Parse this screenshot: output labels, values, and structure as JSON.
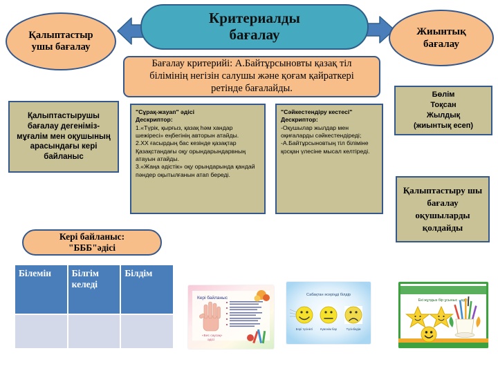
{
  "slide": {
    "title": "Критериалды бағалау",
    "title_line1": "Критериалды",
    "title_line2": "бағалау"
  },
  "left_ellipse": {
    "label": "Қалыптастыр ушы бағалау",
    "line1": "Қалыптастыр",
    "line2": "ушы бағалау"
  },
  "right_ellipse": {
    "label": "Жиынтық бағалау",
    "line1": "Жиынтық",
    "line2": "бағалау"
  },
  "criterion": {
    "text": "Бағалау критерийі: А.Байтұрсыновты қазақ тіл білімінің негізін салушы және қоғам қайраткері  ретінде бағалайды."
  },
  "formative_definition": {
    "text": "Қалыптастырушы бағалау дегеніміз- мұғалім мен оқушының арасындағы кері байланыс"
  },
  "method_question_answer": {
    "title": "\"Сұрақ-жауап\" әдісі",
    "descriptor_label": "Дескриптор:",
    "body": "1.«Түрік, қырғыз, қазақ һәм хандар шежіресі» еңбегінің авторын атайды.\n2.ХХ ғасырдың бас кезінде қазақтар Қазақстандағы  оқу орындарындарвның атауын атайды.\n3.«Жаңа әдістік» оқу орындарында қандай пәндер оқытылғанын атап береді."
  },
  "method_matching_table": {
    "title": "\"Сәйкестендіру кестесі\"",
    "descriptor_label": "Дескриптор:",
    "body": "-Оқушылар  жылдар  мен  оқиғаларды сәйкестендіреді;\n-А.Байтұрсыновтың     тіл біліміне   қосқан   үлесіне мысал келтіреді."
  },
  "summative_period": {
    "line1": "Бөлім",
    "line2": "Тоқсан",
    "line3": "Жылдық",
    "line4": "(жиынтық есеп)"
  },
  "formative_support": {
    "text": "Қалыптастыру шы бағалау оқушыларды қолдайды"
  },
  "feedback": {
    "line1": "Кері байланыс:",
    "line2": "\"БББ\"әдісі"
  },
  "bbb_table": {
    "headers": [
      "Білемін",
      "Білгім келеді",
      "Білдім"
    ],
    "rows": [
      [
        "",
        "",
        ""
      ]
    ]
  },
  "photos": [
    {
      "name": "kerі-bailanys-card",
      "caption": "Кері байланыс"
    },
    {
      "name": "smiley-feedback-card",
      "caption": "Сабақтан әсеріңді білдір"
    },
    {
      "name": "stars-stationery-card",
      "caption": "Екі жұлдыз бір ұсыныс"
    }
  ],
  "colors": {
    "title_fill": "#45AABF",
    "ellipse_fill": "#F7BE8A",
    "khaki_fill": "#C9C297",
    "border_blue": "#34588C",
    "table_header": "#4A7EBB",
    "table_cell": "#D3D9E8",
    "arrow_fill": "#4A7EBB"
  }
}
